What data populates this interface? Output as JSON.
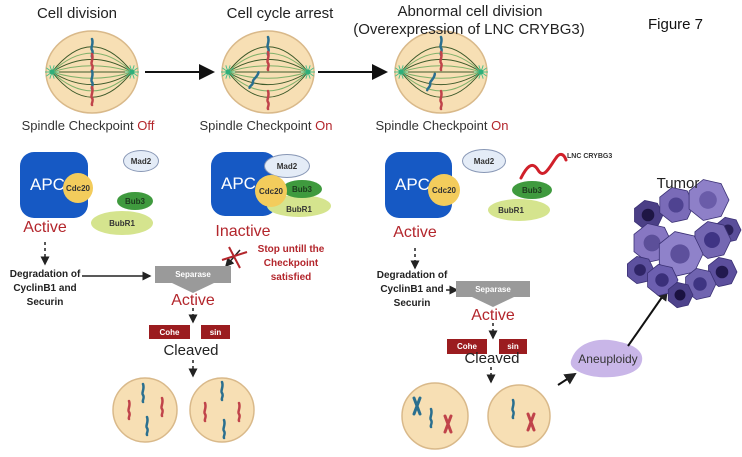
{
  "figure_label": "Figure 7",
  "stages": [
    {
      "title": "Cell division",
      "spindle_label": "Spindle Checkpoint",
      "spindle_state": "Off"
    },
    {
      "title": "Cell cycle arrest",
      "spindle_label": "Spindle Checkpoint",
      "spindle_state": "On"
    },
    {
      "title": "Abnormal cell division",
      "subtitle": "(Overexpression of LNC CRYBG3)",
      "spindle_label": "Spindle Checkpoint",
      "spindle_state": "On"
    }
  ],
  "panel1": {
    "apc": "APC",
    "cdc20": "Cdc20",
    "mad2": "Mad2",
    "bub3": "Bub3",
    "bubr1": "BubR1",
    "apc_state": "Active",
    "degradation": [
      "Degradation of",
      "CyclinB1 and",
      "Securin"
    ],
    "separase": "Separase",
    "separase_state": "Active",
    "cohesin": [
      "Cohe",
      "sin"
    ],
    "cohesin_state": "Cleaved"
  },
  "panel2": {
    "apc": "APC",
    "cdc20": "Cdc20",
    "mad2": "Mad2",
    "bub3": "Bub3",
    "bubr1": "BubR1",
    "apc_state": "Inactive",
    "stop_note": [
      "Stop untill the",
      "Checkpoint",
      "satisfied"
    ]
  },
  "panel3": {
    "apc": "APC",
    "cdc20": "Cdc20",
    "mad2": "Mad2",
    "bub3": "Bub3",
    "bubr1": "BubR1",
    "lnc_label": "LNC CRYBG3",
    "apc_state": "Active",
    "degradation": [
      "Degradation of",
      "CyclinB1 and",
      "Securin"
    ],
    "separase": "Separase",
    "separase_state": "Active",
    "cohesin": [
      "Cohe",
      "sin"
    ],
    "cohesin_state": "Cleaved"
  },
  "outcome": {
    "aneuploidy": "Aneuploidy",
    "tumor": "Tumor"
  },
  "colors": {
    "apc": "#1659c4",
    "cdc20": "#f3cc5c",
    "mad2": "#e4ecf7",
    "bub3": "#3f9a3e",
    "bubr1": "#d5e48e",
    "state_red": "#b3262c",
    "separase": "#9a9a9a",
    "cohesin": "#9b1c1f",
    "cell": "#f7dfb4",
    "aneuploidy": "#c9b6e8",
    "tumor": "#6a5fa8",
    "chrom_blue": "#2a6f8f",
    "chrom_red": "#c0434a"
  }
}
